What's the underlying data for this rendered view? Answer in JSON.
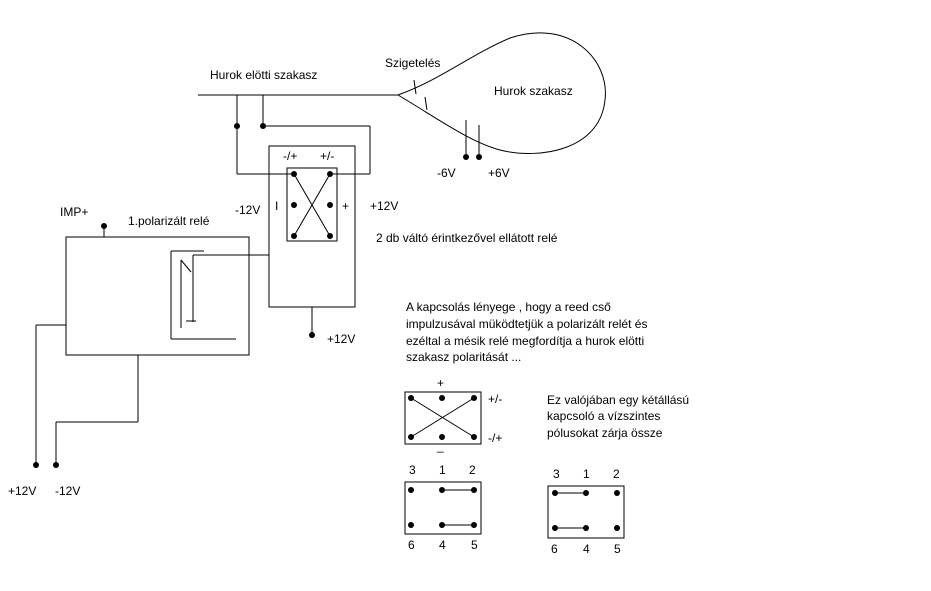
{
  "labels": {
    "hurok_elotti": "Hurok elötti szakasz",
    "szigeteles": "Szigetelés",
    "hurok_szakasz": "Hurok szakasz",
    "minus6v": "-6V",
    "plus6v": "+6V",
    "relay_top_left": "-/+",
    "relay_top_right": "+/-",
    "relay_left_supply": "-12V",
    "relay_left_sign": "I",
    "relay_right_sign": "+",
    "relay_right_supply": "+12V",
    "relay_desc": "2 db váltó érintkezővel ellátott relé",
    "imp_plus": "IMP+",
    "polarized_relay": "1.polarizált relé",
    "relay_bottom_supply": "+12V",
    "bottom_left_plus": "+12V",
    "bottom_left_minus": "-12V",
    "explanation": [
      "A kapcsolás lényege , hogy a reed cső",
      "impulzusával müködtetjük a polarizált relét és",
      "ezéltal a mésik relé megfordítja a hurok elötti",
      "szakasz polaritását ..."
    ],
    "detail_plus": "+",
    "detail_minus": "_",
    "detail_right_top": "+/-",
    "detail_right_bottom": "-/+",
    "note": [
      "Ez valójában egy kétállású",
      "kapcsoló a vízszintes",
      "pólusokat zárja össze"
    ],
    "pin_top": [
      "3",
      "1",
      "2"
    ],
    "pin_bottom": [
      "6",
      "4",
      "5"
    ],
    "pin_top_b": [
      "3",
      "1",
      "2"
    ],
    "pin_bottom_b": [
      "6",
      "4",
      "5"
    ]
  }
}
